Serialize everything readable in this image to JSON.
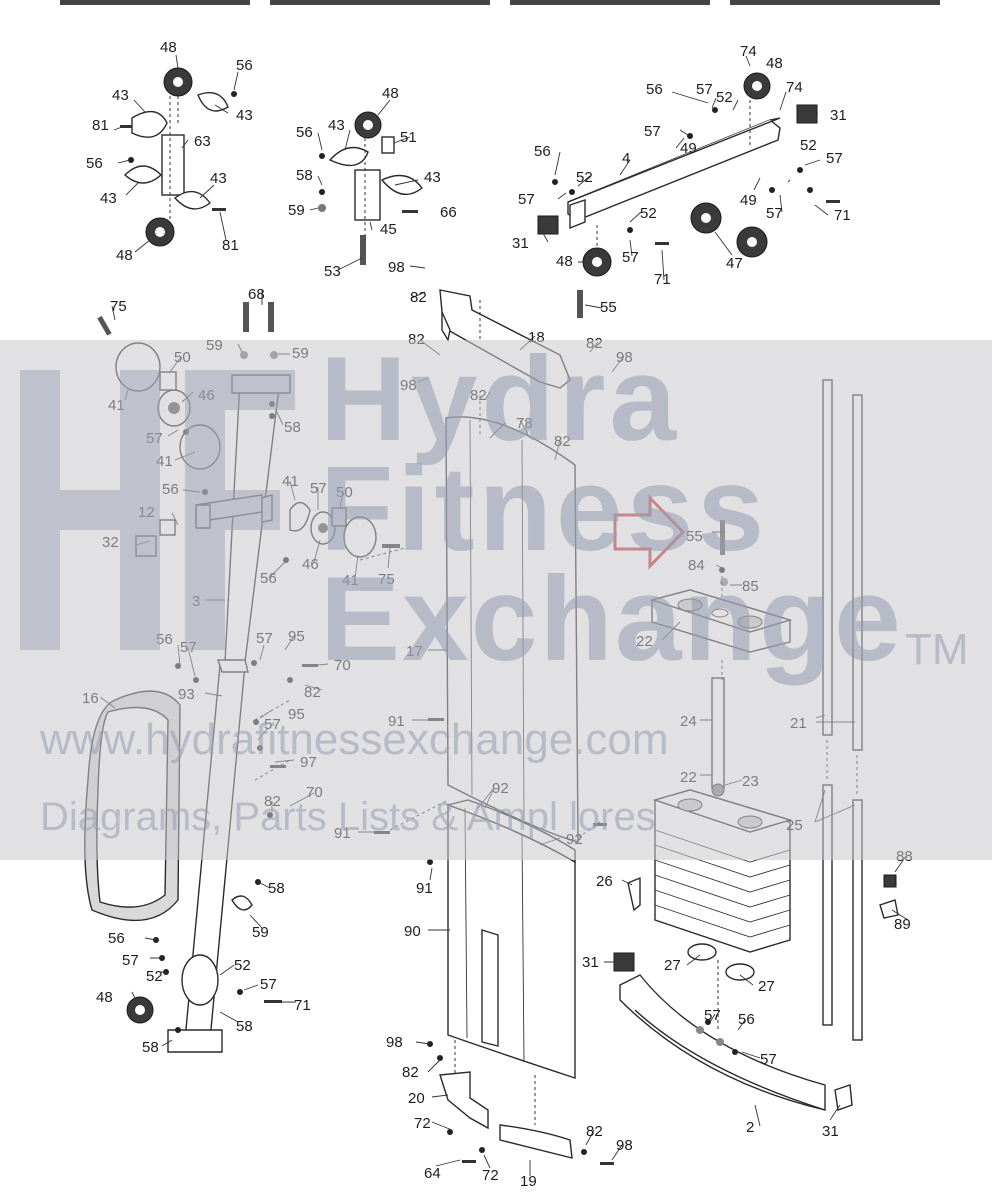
{
  "watermark": {
    "line1": "Hydra",
    "line2": "Fitness",
    "line3": "Exchange",
    "tm": "TM",
    "url": "www.hydrafitnessexchange.com",
    "subtitle": "Diagrams, Parts Lists & Ampl lores"
  },
  "callout_arrow_color": "#c0393b",
  "parts": {
    "p48a": "48",
    "p56a": "56",
    "p43a": "43",
    "p43b": "43",
    "p81a": "81",
    "p63": "63",
    "p56b": "56",
    "p43c": "43",
    "p43d": "43",
    "p48b": "48",
    "p81b": "81",
    "p48c": "48",
    "p56c": "56",
    "p43e": "43",
    "p51": "51",
    "p43f": "43",
    "p58a": "58",
    "p59a": "59",
    "p45": "45",
    "p66": "66",
    "p53": "53",
    "p74a": "74",
    "p48d": "48",
    "p56d": "56",
    "p57a": "57",
    "p52a": "52",
    "p74b": "74",
    "p31a": "31",
    "p57b": "57",
    "p49a": "49",
    "p56e": "56",
    "p4": "4",
    "p52b": "52",
    "p57c": "57",
    "p57d": "57",
    "p52c": "52",
    "p49b": "49",
    "p57e": "57",
    "p71a": "71",
    "p31b": "31",
    "p52d": "52",
    "p48e": "48",
    "p57f": "57",
    "p71b": "71",
    "p47": "47",
    "p55a": "55",
    "p98a": "98",
    "p82a": "82",
    "p18": "18",
    "p82b": "82",
    "p98b": "98",
    "p98c": "98",
    "p82c": "82",
    "p82d": "82",
    "p78": "78",
    "p82e": "82",
    "p75a": "75",
    "p68": "68",
    "p59b": "59",
    "p59c": "59",
    "p50a": "50",
    "p46a": "46",
    "p41a": "41",
    "p58b": "58",
    "p57g": "57",
    "p41b": "41",
    "p56f": "56",
    "p41c": "41",
    "p57h": "57",
    "p50b": "50",
    "p12": "12",
    "p32": "32",
    "p56g": "56",
    "p46b": "46",
    "p41d": "41",
    "p75b": "75",
    "p3": "3",
    "p55b": "55",
    "p84": "84",
    "p85": "85",
    "p22a": "22",
    "p17": "17",
    "p24": "24",
    "p21": "21",
    "p22b": "22",
    "p23": "23",
    "p25": "25",
    "p56h": "56",
    "p57i": "57",
    "p57j": "57",
    "p95a": "95",
    "p70a": "70",
    "p16": "16",
    "p93": "93",
    "p82f": "82",
    "p95b": "95",
    "p57k": "57",
    "p97": "97",
    "p91a": "91",
    "p82g": "82",
    "p70b": "70",
    "p92a": "92",
    "p91b": "91",
    "p92b": "92",
    "p91c": "91",
    "p88": "88",
    "p26": "26",
    "p89": "89",
    "p58c": "58",
    "p59d": "59",
    "p90": "90",
    "p56i": "56",
    "p57l": "57",
    "p52e": "52",
    "p52f": "52",
    "p57m": "57",
    "p71c": "71",
    "p48f": "48",
    "p58d": "58",
    "p58e": "58",
    "p27a": "27",
    "p31c": "31",
    "p27b": "27",
    "p57n": "57",
    "p56j": "56",
    "p57o": "57",
    "p98d": "98",
    "p82h": "82",
    "p20": "20",
    "p72a": "72",
    "p2": "2",
    "p31d": "31",
    "p82i": "82",
    "p98e": "98",
    "p64": "64",
    "p72b": "72",
    "p19": "19"
  }
}
